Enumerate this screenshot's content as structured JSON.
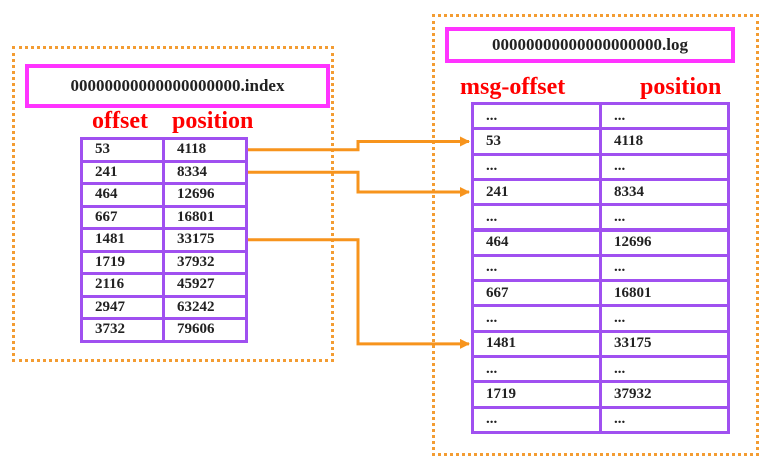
{
  "index_file": {
    "filename": "00000000000000000000.index",
    "header_offset": "offset",
    "header_position": "position",
    "rows": [
      {
        "offset": "53",
        "position": "4118"
      },
      {
        "offset": "241",
        "position": "8334"
      },
      {
        "offset": "464",
        "position": "12696"
      },
      {
        "offset": "667",
        "position": "16801"
      },
      {
        "offset": "1481",
        "position": "33175"
      },
      {
        "offset": "1719",
        "position": "37932"
      },
      {
        "offset": "2116",
        "position": "45927"
      },
      {
        "offset": "2947",
        "position": "63242"
      },
      {
        "offset": "3732",
        "position": "79606"
      }
    ]
  },
  "log_file": {
    "filename": "00000000000000000000.log",
    "header_offset": "msg-offset",
    "header_position": "position",
    "rows": [
      {
        "offset": "...",
        "position": "..."
      },
      {
        "offset": "53",
        "position": "4118"
      },
      {
        "offset": "...",
        "position": "..."
      },
      {
        "offset": "241",
        "position": "8334"
      },
      {
        "offset": "...",
        "position": "..."
      },
      {
        "offset": "464",
        "position": "12696"
      },
      {
        "offset": "...",
        "position": "..."
      },
      {
        "offset": "667",
        "position": "16801"
      },
      {
        "offset": "...",
        "position": "..."
      },
      {
        "offset": "1481",
        "position": "33175"
      },
      {
        "offset": "...",
        "position": "..."
      },
      {
        "offset": "1719",
        "position": "37932"
      },
      {
        "offset": "...",
        "position": "..."
      }
    ]
  },
  "arrows": [
    {
      "from_index_row": 0,
      "to_log_row": 1
    },
    {
      "from_index_row": 1,
      "to_log_row": 3
    },
    {
      "from_index_row": 4,
      "to_log_row": 9
    }
  ],
  "colors": {
    "dotted_border": "#f39c32",
    "filename_border": "#ff33ff",
    "header_text": "#ff0000",
    "cell_border": "#a050f0",
    "arrow": "#f7941d"
  }
}
